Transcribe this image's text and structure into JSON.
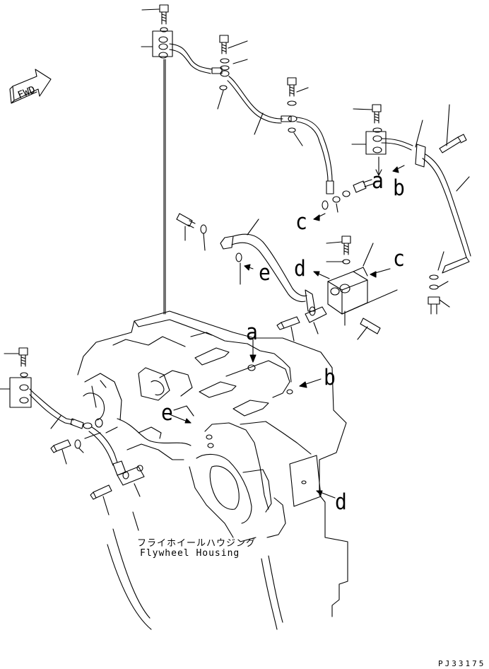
{
  "fwd_sign": "FWD",
  "callouts": {
    "a_top": "a",
    "b_top": "b",
    "c_left": "c",
    "c_right": "c",
    "d_left": "d",
    "e_mid": "e",
    "a_housing": "a",
    "b_housing": "b",
    "e_housing": "e",
    "d_housing": "d"
  },
  "part_name_jp": "フライホイールハウジング",
  "part_name_en": "Flywheel Housing",
  "drawing_code": "PJ33175",
  "colors": {
    "line": "#000000",
    "background": "#ffffff"
  }
}
